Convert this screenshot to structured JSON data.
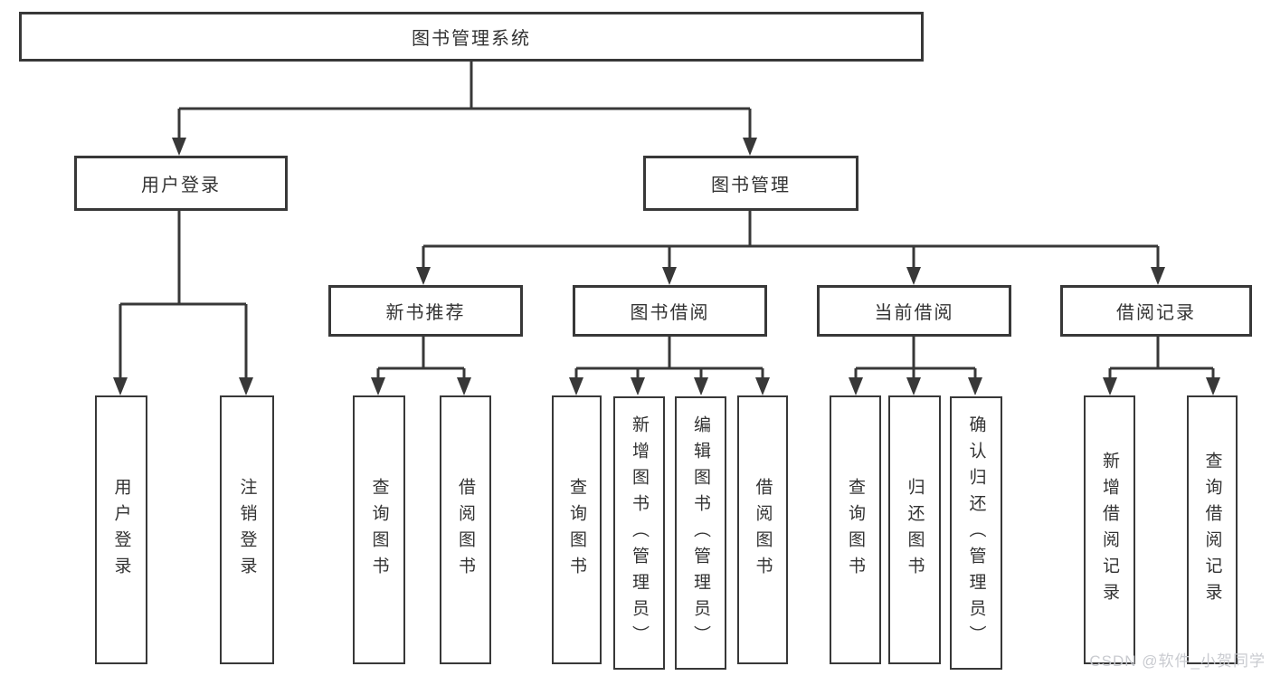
{
  "diagram": {
    "watermark": "CSDN @软件_小贺同学",
    "colors": {
      "line": "#383838",
      "box_border": "#383838",
      "text": "#333333",
      "background": "#ffffff",
      "watermark": "#c6c8cd"
    },
    "tree": {
      "label": "图书管理系统",
      "children": [
        {
          "label": "用户登录",
          "children": [
            {
              "label": "用户登录"
            },
            {
              "label": "注销登录"
            }
          ]
        },
        {
          "label": "图书管理",
          "children": [
            {
              "label": "新书推荐",
              "children": [
                {
                  "label": "查询图书"
                },
                {
                  "label": "借阅图书"
                }
              ]
            },
            {
              "label": "图书借阅",
              "children": [
                {
                  "label": "查询图书"
                },
                {
                  "label": "新增图书（管理员）"
                },
                {
                  "label": "编辑图书（管理员）"
                },
                {
                  "label": "借阅图书"
                }
              ]
            },
            {
              "label": "当前借阅",
              "children": [
                {
                  "label": "查询图书"
                },
                {
                  "label": "归还图书"
                },
                {
                  "label": "确认归还（管理员）"
                }
              ]
            },
            {
              "label": "借阅记录",
              "children": [
                {
                  "label": "新增借阅记录"
                },
                {
                  "label": "查询借阅记录"
                }
              ]
            }
          ]
        }
      ]
    }
  }
}
